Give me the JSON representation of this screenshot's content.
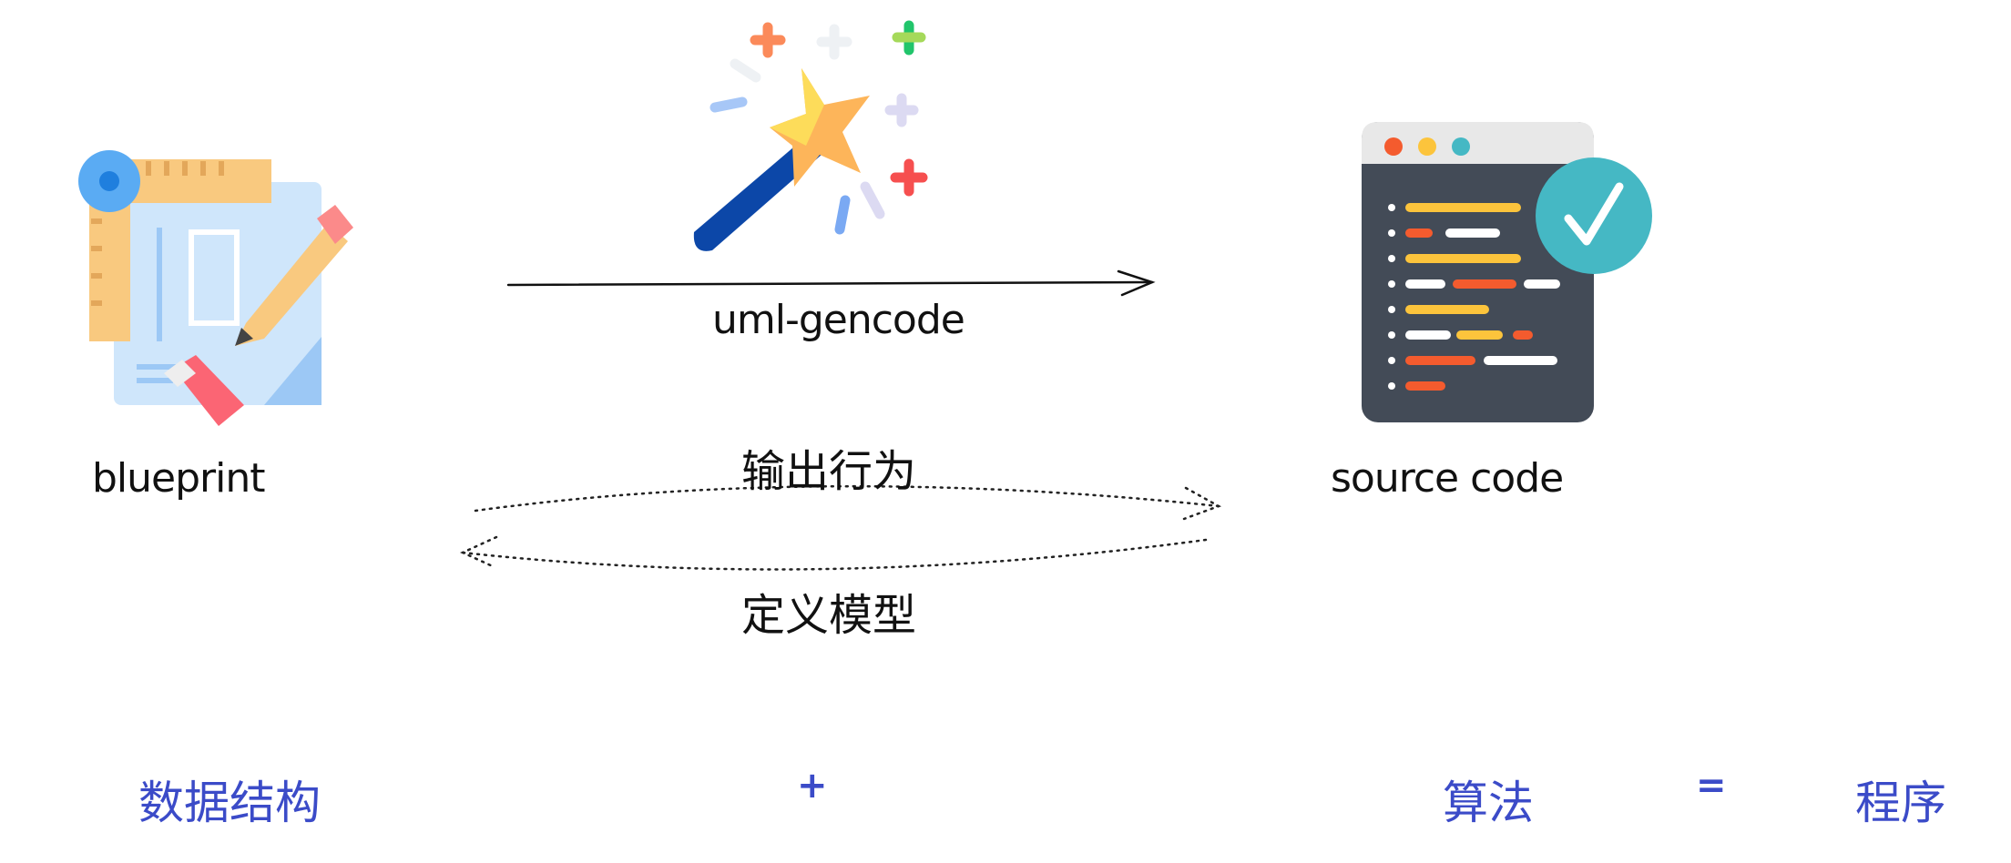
{
  "labels": {
    "blueprint": "blueprint",
    "tool": "uml-gencode",
    "source_code": "source code",
    "forward": "输出行为",
    "backward": "定义模型"
  },
  "equation": {
    "term1": "数据结构",
    "plus": "+",
    "term2": "算法",
    "equals": "=",
    "result": "程序"
  },
  "colors": {
    "equation_text": "#3b4bc8",
    "editor_body": "#434b57",
    "check_badge": "#45b8c4"
  }
}
